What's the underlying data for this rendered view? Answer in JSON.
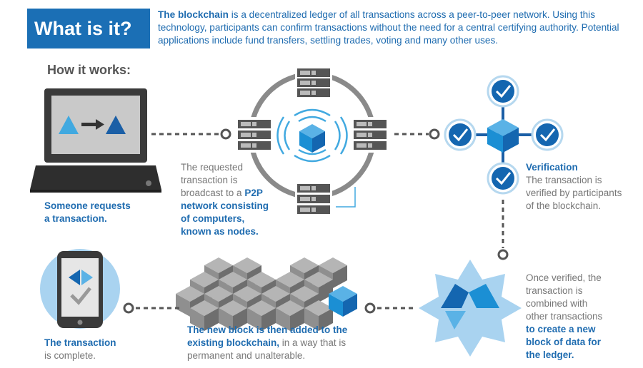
{
  "header": {
    "title": "What is it?"
  },
  "intro": {
    "bold": "The blockchain",
    "rest": " is a decentralized ledger of all transactions across a peer-to-peer network. Using this technology, participants can confirm transactions without the need for a central certifying authority. Potential applications include fund transfers, settling trades, voting and many other uses."
  },
  "section_title": "How it works:",
  "step1": {
    "line1": "Someone requests",
    "line2": "a transaction."
  },
  "step2": {
    "p1": "The requested",
    "p2": "transaction is",
    "p3": "broadcast to a ",
    "b1": "P2P",
    "b2": "network consisting",
    "b3": "of computers,",
    "b4": "known as nodes."
  },
  "step3": {
    "title": "Verification",
    "l1": "The transaction is",
    "l2": "verified by participants",
    "l3": "of the blockchain."
  },
  "step4": {
    "l1": "Once verified, the",
    "l2": "transaction is",
    "l3": "combined with",
    "l4": "other transactions",
    "b1": "to create a new",
    "b2": "block of data for",
    "b3": "the ledger."
  },
  "step5": {
    "b1": "The new block is then added to the",
    "b2": "existing blockchain,",
    "g1": " in a way that is",
    "g2": "permanent and unalterable."
  },
  "step6": {
    "b1": "The transaction",
    "g1": "is complete."
  },
  "colors": {
    "blue": "#1f6cb0",
    "accent": "#1b8fd4",
    "gray": "#8a8a8a"
  }
}
